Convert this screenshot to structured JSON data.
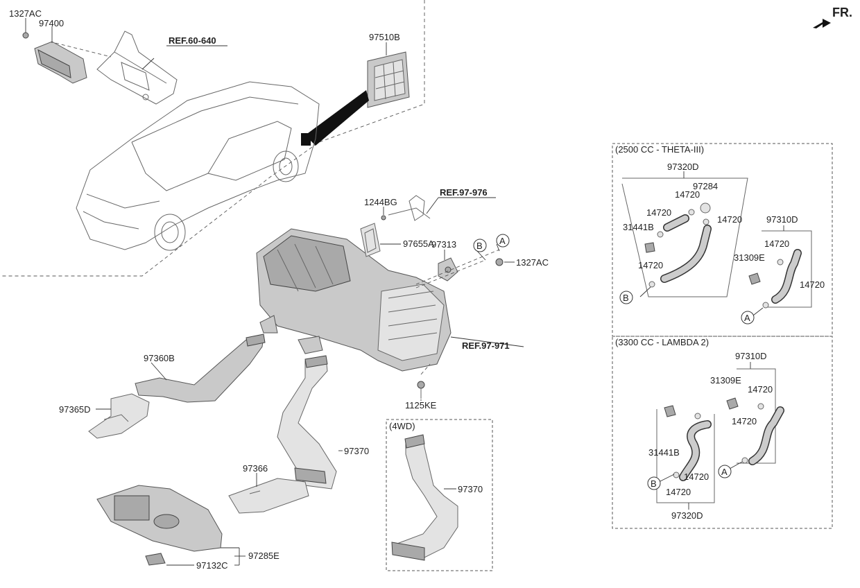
{
  "diagram": {
    "orientation": "FR.",
    "references": [
      "REF.60-640",
      "REF.97-976",
      "REF.97-971"
    ],
    "parts": {
      "p1327AC_top": "1327AC",
      "p97400": "97400",
      "p97510B": "97510B",
      "p1244BG": "1244BG",
      "p97655A": "97655A",
      "p97313": "97313",
      "p1327AC_mid": "1327AC",
      "p97360B": "97360B",
      "p97365D": "97365D",
      "p1125KE": "1125KE",
      "p97370": "97370",
      "p97366": "97366",
      "p97132C": "97132C",
      "p97285E": "97285E",
      "p97370_4wd": "97370"
    },
    "markers": {
      "a": "A",
      "b": "B"
    },
    "box_4wd": {
      "title": "(4WD)"
    },
    "box_theta": {
      "title": "(2500 CC - THETA-III)",
      "labels": {
        "l97320D": "97320D",
        "l97284": "97284",
        "l14720_a": "14720",
        "l14720_b": "14720",
        "l14720_c": "14720",
        "l31441B": "31441B",
        "l14720_d": "14720",
        "l97310D": "97310D",
        "l14720_e": "14720",
        "l31309E": "31309E",
        "l14720_f": "14720"
      }
    },
    "box_lambda": {
      "title": "(3300 CC - LAMBDA 2)",
      "labels": {
        "l97310D": "97310D",
        "l31309E": "31309E",
        "l14720_a": "14720",
        "l14720_b": "14720",
        "l31441B": "31441B",
        "l14720_c": "14720",
        "l14720_d": "14720",
        "l97320D": "97320D"
      }
    }
  }
}
